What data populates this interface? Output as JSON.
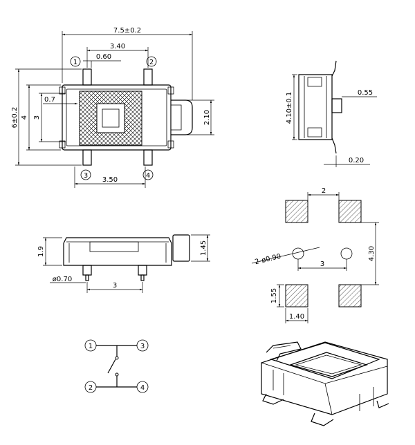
{
  "top_view": {
    "dim_width": "7.5±0.2",
    "dim_340": "3.40",
    "dim_060": "0.60",
    "dim_height": "6±0.2",
    "dim_4": "4",
    "dim_3": "3",
    "dim_07": "0.7",
    "dim_210": "2.10",
    "dim_350": "3.50",
    "pins": [
      "1",
      "2",
      "3",
      "4"
    ]
  },
  "side_view": {
    "dim_410": "4.10±0.1",
    "dim_055": "0.55",
    "dim_020": "0.20"
  },
  "front_view": {
    "dim_19": "1.9",
    "dim_145": "1.45",
    "dim_070": "ø0.70",
    "dim_3": "3"
  },
  "pcb_layout": {
    "dim_2": "2",
    "dim_holes": "2-ø0.90",
    "dim_3": "3",
    "dim_430": "4.30",
    "dim_155": "1.55",
    "dim_140": "1.40"
  },
  "schematic": {
    "pins": [
      "1",
      "3",
      "2",
      "4"
    ]
  }
}
